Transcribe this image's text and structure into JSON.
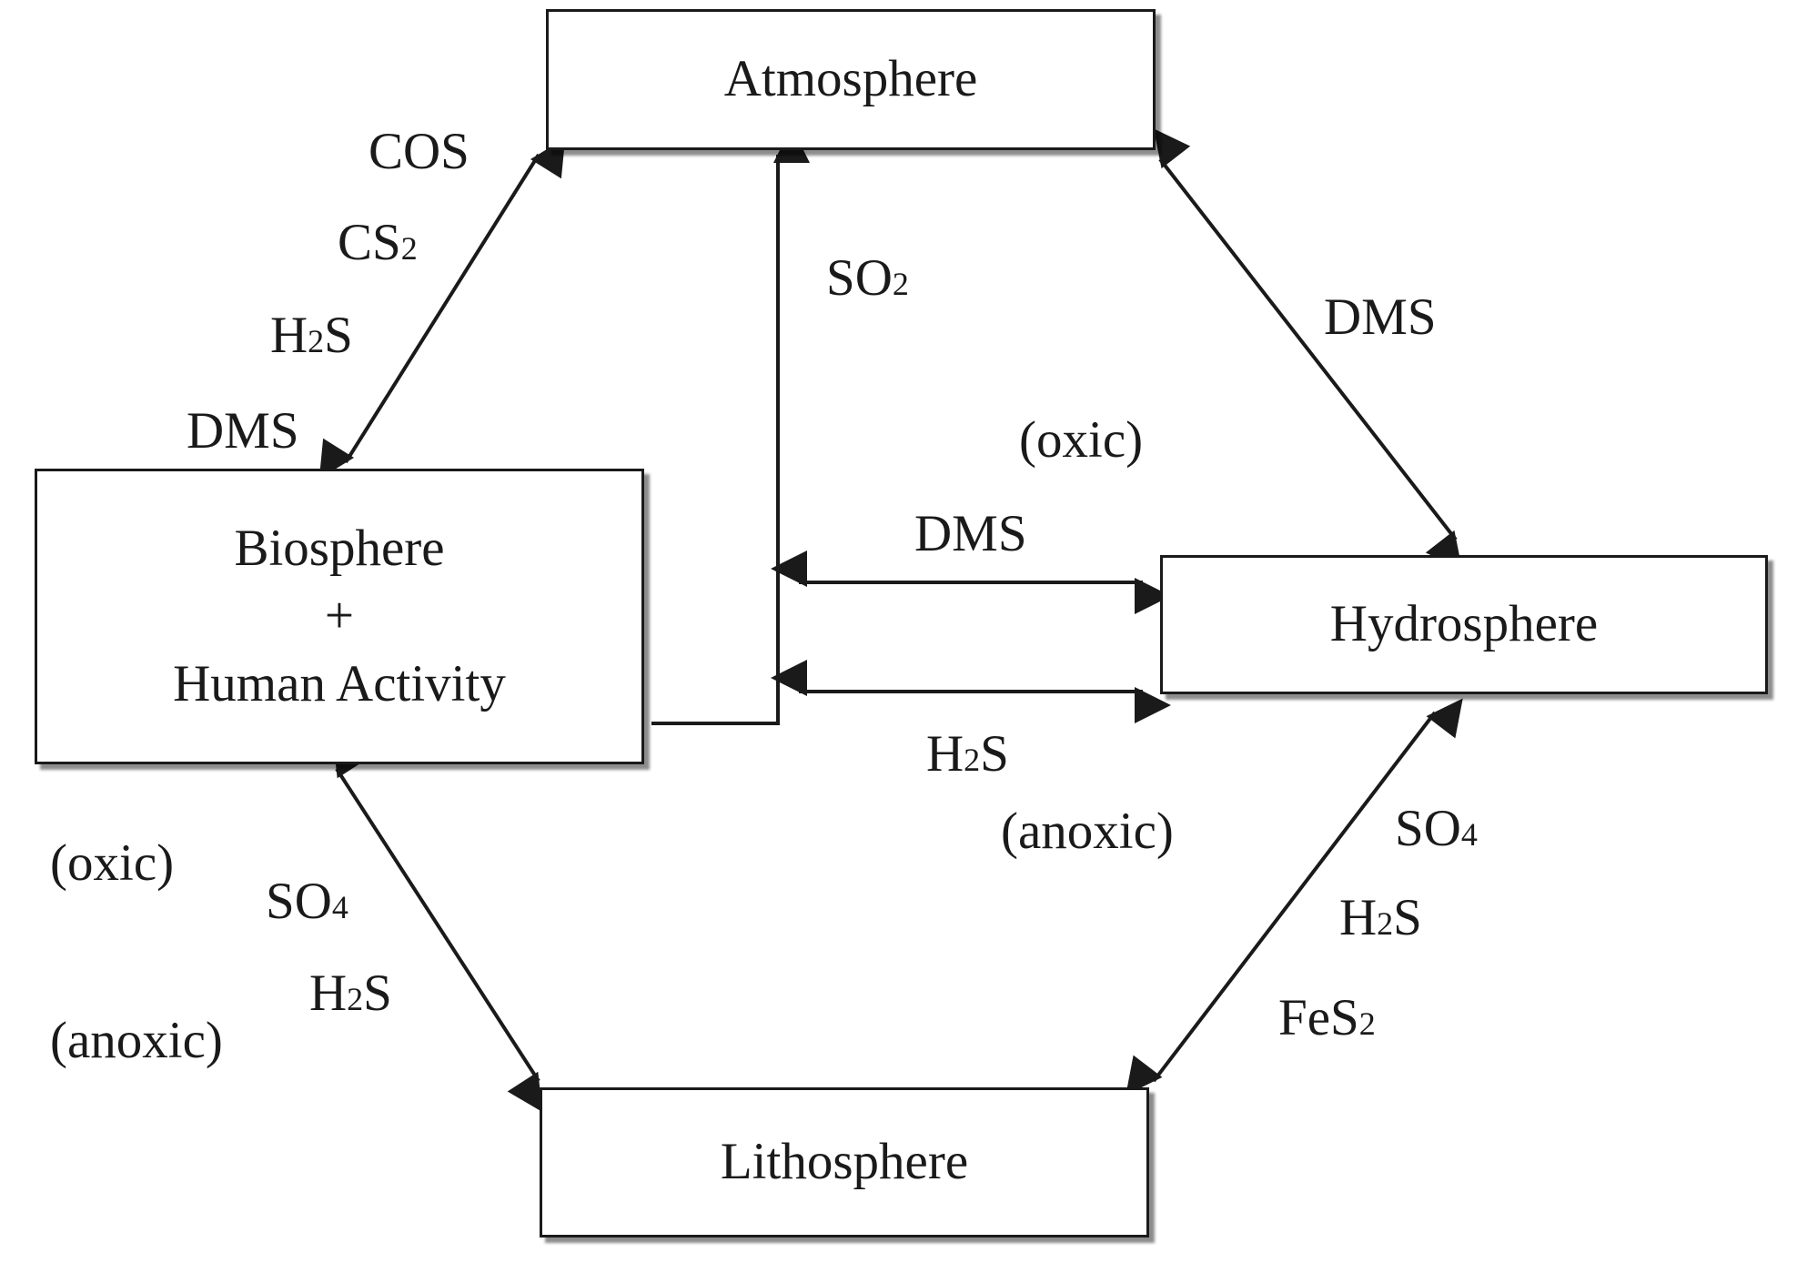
{
  "nodes": {
    "atmosphere": "Atmosphere",
    "biosphere": {
      "line1": "Biosphere",
      "line2": "+",
      "line3": "Human Activity"
    },
    "hydrosphere": "Hydrosphere",
    "lithosphere": "Lithosphere"
  },
  "labels": {
    "bio_atm": [
      {
        "base": "COS",
        "sub": "",
        "tail": ""
      },
      {
        "base": "CS",
        "sub": "2",
        "tail": ""
      },
      {
        "base": "H",
        "sub": "2",
        "tail": "S"
      },
      {
        "base": "DMS",
        "sub": "",
        "tail": ""
      }
    ],
    "bio_to_atm": {
      "base": "SO",
      "sub": "2",
      "tail": ""
    },
    "atm_hydro": {
      "base": "DMS",
      "sub": "",
      "tail": ""
    },
    "oxic_top": "(oxic)",
    "bio_hydro_top": {
      "base": "DMS",
      "sub": "",
      "tail": ""
    },
    "bio_hydro_bottom": {
      "base": "H",
      "sub": "2",
      "tail": "S"
    },
    "anoxic_mid": "(anoxic)",
    "bio_litho_conditions": {
      "oxic": "(oxic)",
      "anoxic": "(anoxic)"
    },
    "bio_litho": [
      {
        "base": "SO",
        "sub": "4",
        "tail": ""
      },
      {
        "base": "H",
        "sub": "2",
        "tail": "S"
      }
    ],
    "hydro_litho": [
      {
        "base": "SO",
        "sub": "4",
        "tail": ""
      },
      {
        "base": "H",
        "sub": "2",
        "tail": "S"
      },
      {
        "base": "FeS",
        "sub": "2",
        "tail": ""
      }
    ]
  }
}
